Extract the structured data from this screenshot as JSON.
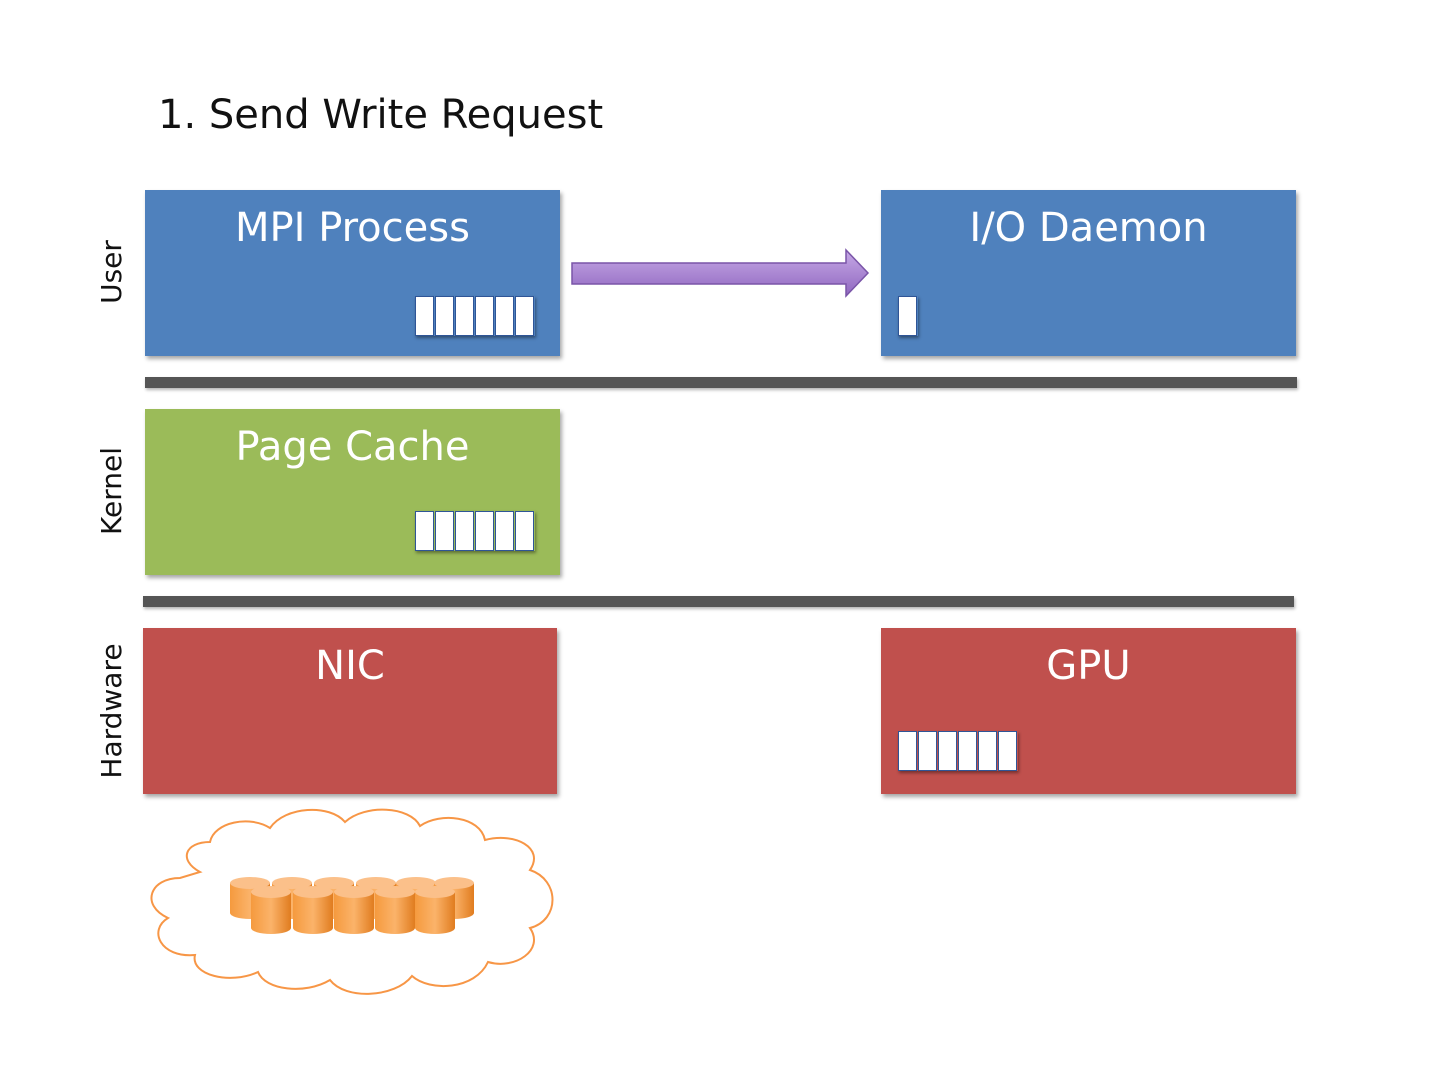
{
  "title": "1. Send Write Request",
  "layers": {
    "user": "User",
    "kernel": "Kernel",
    "hardware": "Hardware"
  },
  "boxes": {
    "mpi_process": {
      "label": "MPI Process",
      "color": "#4f81bd",
      "buffer_cells": 6
    },
    "io_daemon": {
      "label": "I/O Daemon",
      "color": "#4f81bd",
      "buffer_cells": 1
    },
    "page_cache": {
      "label": "Page Cache",
      "color": "#9bbb59",
      "buffer_cells": 6
    },
    "nic": {
      "label": "NIC",
      "color": "#c0504d"
    },
    "gpu": {
      "label": "GPU",
      "color": "#c0504d",
      "buffer_cells": 6
    }
  },
  "arrow": {
    "from": "MPI Process",
    "to": "I/O Daemon",
    "color": "#a37dcc"
  },
  "storage_cloud": {
    "icon": "cloud-storage-icon",
    "disk_color": "#f79646"
  },
  "divider_color": "#555555"
}
